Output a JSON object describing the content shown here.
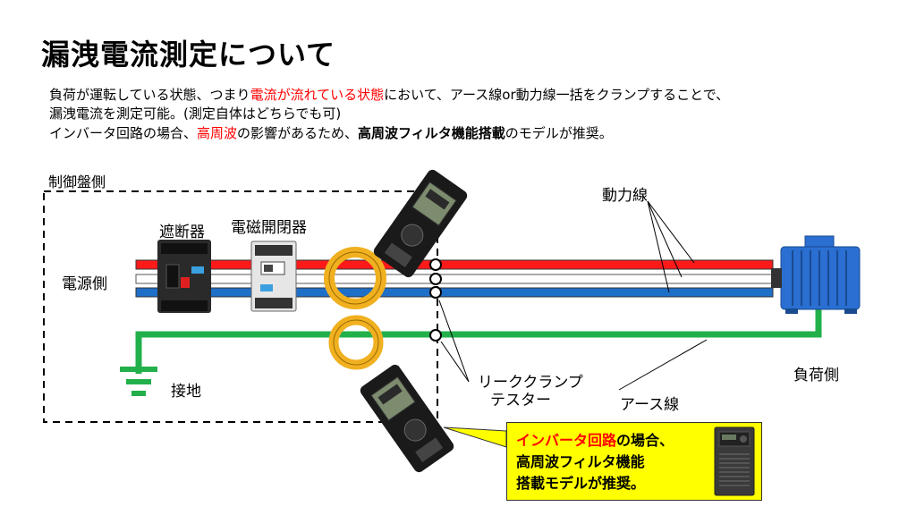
{
  "title": "漏洩電流測定について",
  "description": {
    "line1_part1": "負荷が運転している状態、つまり",
    "line1_red": "電流が流れている状態",
    "line1_part2": "において、アース線or動力線一括をクランプすることで、",
    "line2": "漏洩電流を測定可能。(測定自体はどちらでも可)",
    "line3_part1": "インバータ回路の場合、",
    "line3_red": "高周波",
    "line3_part2": "の影響があるため、",
    "line3_bold": "高周波フィルタ機能搭載",
    "line3_part3": "のモデルが推奨。"
  },
  "labels": {
    "control_panel": "制御盤側",
    "breaker": "遮断器",
    "contactor": "電磁開閉器",
    "power_side": "電源側",
    "ground": "接地",
    "power_line": "動力線",
    "load_side": "負荷側",
    "leak_tester_line1": "リーククランプ",
    "leak_tester_line2": "テスター",
    "earth_line": "アース線"
  },
  "callout": {
    "line1_red": "インバータ回路",
    "line1_rest": "の場合、",
    "line2": "高周波フィルタ機能",
    "line3": "搭載モデルが推奨。"
  },
  "colors": {
    "red_wire": "#ff1a1a",
    "white_wire": "#ffffff",
    "blue_wire": "#1e6fc8",
    "ground_wire": "#22b04b",
    "motor": "#2a6fd1",
    "clamp_jaw": "#f0b020",
    "callout_bg": "#ffff00",
    "highlight_red": "#ff0000"
  },
  "icons": {
    "motor": "motor-icon",
    "ground": "ground-symbol-icon",
    "breaker": "breaker-icon",
    "contactor": "contactor-icon",
    "clamp_meter": "clamp-meter-icon",
    "inverter": "inverter-icon"
  }
}
